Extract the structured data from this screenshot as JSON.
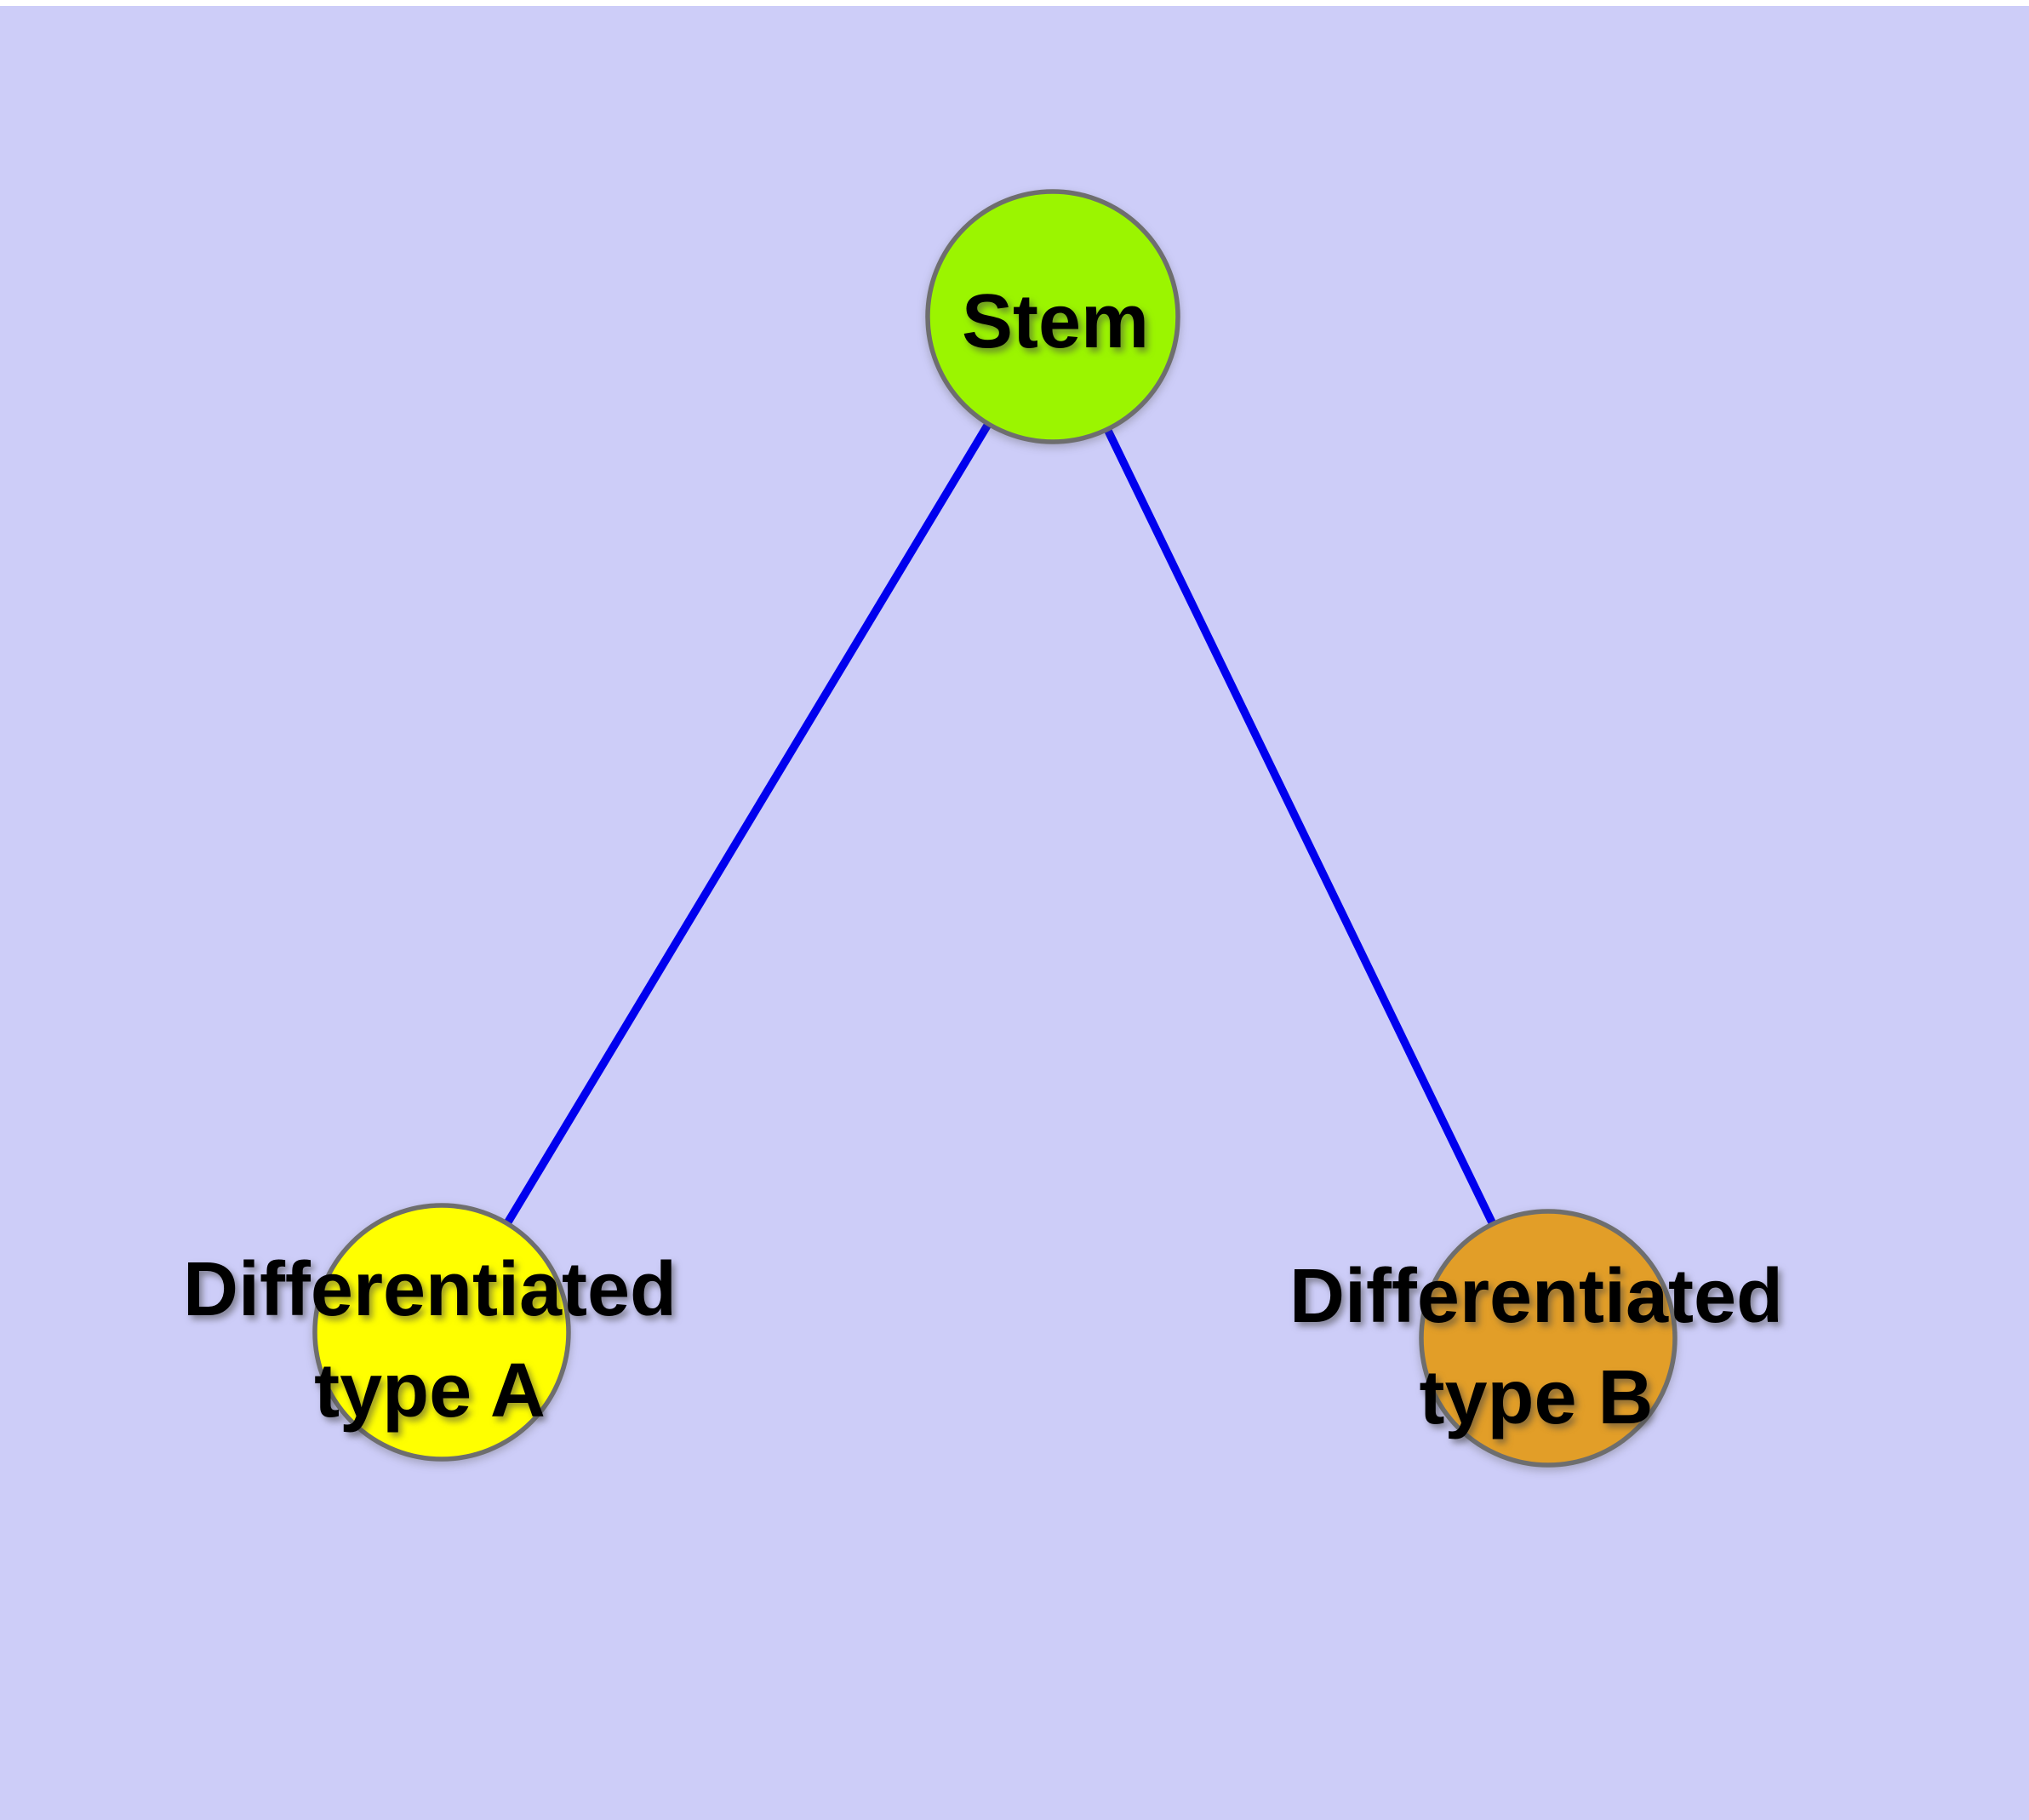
{
  "figure": {
    "background_color": "#CDCDF8",
    "top_strip_color": "#FFFFFF",
    "label_text_color": "#000000"
  },
  "graph": {
    "type": "tree",
    "edge_color": "#0000EE",
    "node_border_color": "#6E6E6E",
    "nodes": [
      {
        "id": "stem",
        "label": "Stem",
        "label_line1": "Stem",
        "label_line2": "",
        "color": "#9BF500"
      },
      {
        "id": "differentiated-type-a",
        "label": "Differentiated type A",
        "label_line1": "Differentiated",
        "label_line2": "type A",
        "color": "#FFFF00"
      },
      {
        "id": "differentiated-type-b",
        "label": "Differentiated type B",
        "label_line1": "Differentiated",
        "label_line2": "type B",
        "color": "#E29E28"
      }
    ],
    "edges": [
      {
        "from": "Stem",
        "to": "Differentiated type A"
      },
      {
        "from": "Stem",
        "to": "Differentiated type B"
      }
    ]
  }
}
